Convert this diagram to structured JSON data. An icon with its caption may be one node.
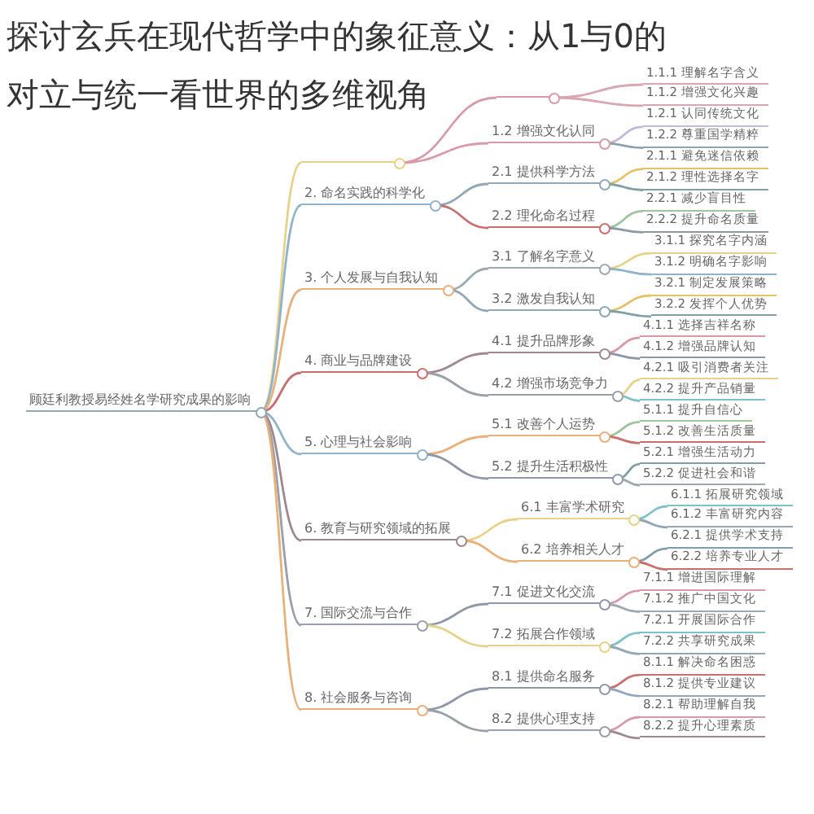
{
  "diagram": {
    "title": "探讨玄兵在现代哲学中的象征意义：从1与0的对立与统一看世界的多维视角",
    "nodes": [
      {
        "text": [
          "顾廷利教授易经姓名学研究成果的影响"
        ]
      },
      {
        "text": [],
        "shape": "bar"
      },
      {
        "text": [],
        "shape": "bar"
      },
      {
        "text": [
          "1.1.1 理解名字含义"
        ]
      },
      {
        "text": [
          "1.1.2 增强文化兴趣"
        ]
      },
      {
        "text": [
          "1.2 增强文化认同"
        ]
      },
      {
        "text": [
          "1.2.1 认同传统文化"
        ]
      },
      {
        "text": [
          "1.2.2 尊重国学精粹"
        ]
      },
      {
        "text": [
          "2. 命名实践的科学化"
        ]
      },
      {
        "text": [
          "2.1 提供科学方法"
        ]
      },
      {
        "text": [
          "2.1.1 避免迷信依赖"
        ]
      },
      {
        "text": [
          "2.1.2 理性选择名字"
        ]
      },
      {
        "text": [
          "2.2 理化命名过程"
        ]
      },
      {
        "text": [
          "2.2.1 减少盲目性"
        ]
      },
      {
        "text": [
          "2.2.2 提升命名质量"
        ]
      },
      {
        "text": [
          "3. 个人发展与自我认知"
        ]
      },
      {
        "text": [
          "3.1 了解名字意义"
        ]
      },
      {
        "text": [
          "3.1.1 探究名字内涵"
        ]
      },
      {
        "text": [
          "3.1.2 明确名字影响"
        ]
      },
      {
        "text": [
          "3.2 激发自我认知"
        ]
      },
      {
        "text": [
          "3.2.1 制定发展策略"
        ]
      },
      {
        "text": [
          "3.2.2 发挥个人优势"
        ]
      },
      {
        "text": [
          "4. 商业与品牌建设"
        ]
      },
      {
        "text": [
          "4.1 提升品牌形象"
        ]
      },
      {
        "text": [
          "4.1.1 选择吉祥名称"
        ]
      },
      {
        "text": [
          "4.1.2 增强品牌认知"
        ]
      },
      {
        "text": [
          "4.2 增强市场竞争力"
        ]
      },
      {
        "text": [
          "4.2.1 吸引消费者关注"
        ]
      },
      {
        "text": [
          "4.2.2 提升产品销量"
        ]
      },
      {
        "text": [
          "5. 心理与社会影响"
        ]
      },
      {
        "text": [
          "5.1 改善个人运势"
        ]
      },
      {
        "text": [
          "5.1.1 提升自信心"
        ]
      },
      {
        "text": [
          "5.1.2 改善生活质量"
        ]
      },
      {
        "text": [
          "5.2 提升生活积极性"
        ]
      },
      {
        "text": [
          "5.2.1 增强生活动力"
        ]
      },
      {
        "text": [
          "5.2.2 促进社会和谐"
        ]
      },
      {
        "text": [
          "6. 教育与研究领域的拓展"
        ]
      },
      {
        "text": [
          "6.1 丰富学术研究"
        ]
      },
      {
        "text": [
          "6.1.1 拓展研究领域"
        ]
      },
      {
        "text": [
          "6.1.2 丰富研究内容"
        ]
      },
      {
        "text": [
          "6.2 培养相关人才"
        ]
      },
      {
        "text": [
          "6.2.1 提供学术支持"
        ]
      },
      {
        "text": [
          "6.2.2 培养专业人才"
        ]
      },
      {
        "text": [
          "7. 国际交流与合作"
        ]
      },
      {
        "text": [
          "7.1 促进文化交流"
        ]
      },
      {
        "text": [
          "7.1.1 增进国际理解"
        ]
      },
      {
        "text": [
          "7.1.2 推广中国文化"
        ]
      },
      {
        "text": [
          "7.2 拓展合作领域"
        ]
      },
      {
        "text": [
          "7.2.1 开展国际合作"
        ]
      },
      {
        "text": [
          "7.2.2 共享研究成果"
        ]
      },
      {
        "text": [
          "8. 社会服务与咨询"
        ]
      },
      {
        "text": [
          "8.1 提供命名服务"
        ]
      },
      {
        "text": [
          "8.1.1 解决命名困惑"
        ]
      },
      {
        "text": [
          "8.1.2 提供专业建议"
        ]
      },
      {
        "text": [
          "8.2 提供心理支持"
        ]
      },
      {
        "text": [
          "8.2.1 帮助理解自我"
        ]
      },
      {
        "text": [
          "8.2.2 提升心理素质"
        ]
      }
    ],
    "edges": [
      {
        "from": 0,
        "to": 1,
        "arrow": "none",
        "color": "#e6d28a"
      },
      {
        "from": 1,
        "to": 2,
        "arrow": "none",
        "color": "#d99aa8"
      },
      {
        "from": 2,
        "to": 3,
        "arrow": "none",
        "color": "#d9a7b0"
      },
      {
        "from": 2,
        "to": 4,
        "arrow": "none",
        "color": "#d9a7b0"
      },
      {
        "from": 1,
        "to": 5,
        "arrow": "none",
        "color": "#d99aa8"
      },
      {
        "from": 5,
        "to": 6,
        "arrow": "none",
        "color": "#c8b8d8"
      },
      {
        "from": 5,
        "to": 7,
        "arrow": "none",
        "color": "#8fa0b0"
      },
      {
        "from": 0,
        "to": 8,
        "arrow": "none",
        "color": "#8fb3c8"
      },
      {
        "from": 8,
        "to": 9,
        "arrow": "none",
        "color": "#8fa7b8"
      },
      {
        "from": 9,
        "to": 10,
        "arrow": "none",
        "color": "#e6c36a"
      },
      {
        "from": 9,
        "to": 11,
        "arrow": "none",
        "color": "#7fa0a8"
      },
      {
        "from": 8,
        "to": 12,
        "arrow": "none",
        "color": "#c9706f"
      },
      {
        "from": 12,
        "to": 13,
        "arrow": "none",
        "color": "#9dc79a"
      },
      {
        "from": 12,
        "to": 14,
        "arrow": "none",
        "color": "#8f98a8"
      },
      {
        "from": 0,
        "to": 15,
        "arrow": "none",
        "color": "#e8b07a"
      },
      {
        "from": 15,
        "to": 16,
        "arrow": "none",
        "color": "#a0a8b0"
      },
      {
        "from": 16,
        "to": 17,
        "arrow": "none",
        "color": "#e6d28a"
      },
      {
        "from": 16,
        "to": 18,
        "arrow": "none",
        "color": "#8fb3c8"
      },
      {
        "from": 15,
        "to": 19,
        "arrow": "none",
        "color": "#8fa7b8"
      },
      {
        "from": 19,
        "to": 20,
        "arrow": "none",
        "color": "#e6c36a"
      },
      {
        "from": 19,
        "to": 21,
        "arrow": "none",
        "color": "#7fa0a8"
      },
      {
        "from": 0,
        "to": 22,
        "arrow": "none",
        "color": "#c9706f"
      },
      {
        "from": 22,
        "to": 23,
        "arrow": "none",
        "color": "#a08890"
      },
      {
        "from": 23,
        "to": 24,
        "arrow": "none",
        "color": "#d99aa8"
      },
      {
        "from": 23,
        "to": 25,
        "arrow": "none",
        "color": "#8f98a8"
      },
      {
        "from": 22,
        "to": 26,
        "arrow": "none",
        "color": "#9aa0a8"
      },
      {
        "from": 26,
        "to": 27,
        "arrow": "none",
        "color": "#e6d28a"
      },
      {
        "from": 26,
        "to": 28,
        "arrow": "none",
        "color": "#7fc1c8"
      },
      {
        "from": 0,
        "to": 29,
        "arrow": "none",
        "color": "#8fb3c8"
      },
      {
        "from": 29,
        "to": 30,
        "arrow": "none",
        "color": "#e8b07a"
      },
      {
        "from": 30,
        "to": 31,
        "arrow": "none",
        "color": "#9dc79a"
      },
      {
        "from": 30,
        "to": 32,
        "arrow": "none",
        "color": "#c9706f"
      },
      {
        "from": 29,
        "to": 33,
        "arrow": "none",
        "color": "#8f98a8"
      },
      {
        "from": 33,
        "to": 34,
        "arrow": "none",
        "color": "#7fa0a8"
      },
      {
        "from": 33,
        "to": 35,
        "arrow": "none",
        "color": "#a0a8b0"
      },
      {
        "from": 0,
        "to": 36,
        "arrow": "none",
        "color": "#a08890"
      },
      {
        "from": 36,
        "to": 37,
        "arrow": "none",
        "color": "#e6d28a"
      },
      {
        "from": 37,
        "to": 38,
        "arrow": "none",
        "color": "#7fc1c8"
      },
      {
        "from": 37,
        "to": 39,
        "arrow": "none",
        "color": "#8fa7b8"
      },
      {
        "from": 36,
        "to": 40,
        "arrow": "none",
        "color": "#e8b07a"
      },
      {
        "from": 40,
        "to": 41,
        "arrow": "none",
        "color": "#7fa0a8"
      },
      {
        "from": 40,
        "to": 42,
        "arrow": "none",
        "color": "#c9706f"
      },
      {
        "from": 0,
        "to": 43,
        "arrow": "none",
        "color": "#9aa0a8"
      },
      {
        "from": 43,
        "to": 44,
        "arrow": "none",
        "color": "#8f98a8"
      },
      {
        "from": 44,
        "to": 45,
        "arrow": "none",
        "color": "#d99aa8"
      },
      {
        "from": 44,
        "to": 46,
        "arrow": "none",
        "color": "#a0a8b0"
      },
      {
        "from": 43,
        "to": 47,
        "arrow": "none",
        "color": "#e6d28a"
      },
      {
        "from": 47,
        "to": 48,
        "arrow": "none",
        "color": "#7fc1c8"
      },
      {
        "from": 47,
        "to": 49,
        "arrow": "none",
        "color": "#8fa7b8"
      },
      {
        "from": 0,
        "to": 50,
        "arrow": "none",
        "color": "#e8b07a"
      },
      {
        "from": 50,
        "to": 51,
        "arrow": "none",
        "color": "#8f98a8"
      },
      {
        "from": 51,
        "to": 52,
        "arrow": "none",
        "color": "#c9706f"
      },
      {
        "from": 51,
        "to": 53,
        "arrow": "none",
        "color": "#8fa7b8"
      },
      {
        "from": 50,
        "to": 54,
        "arrow": "none",
        "color": "#9aa0a8"
      },
      {
        "from": 54,
        "to": 55,
        "arrow": "none",
        "color": "#d99aa8"
      },
      {
        "from": 54,
        "to": 56,
        "arrow": "none",
        "color": "#a08890"
      }
    ]
  }
}
